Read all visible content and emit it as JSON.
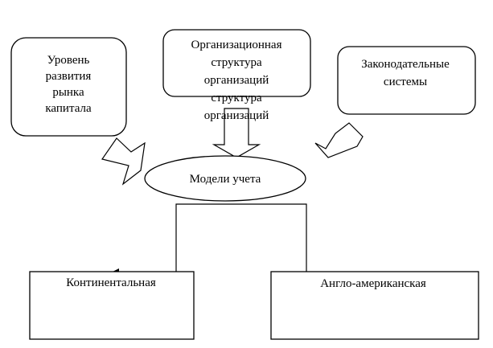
{
  "boxes": {
    "capital_market": [
      "Уровень",
      "развития",
      "рынка",
      "капитала"
    ],
    "org_structure": [
      "Организационная",
      "структура",
      "организаций",
      "структура",
      "организаций"
    ],
    "legislative": [
      "Законодательные",
      "системы"
    ]
  },
  "center": {
    "label": "Модели учета"
  },
  "outputs": {
    "continental": "Континентальная",
    "anglo_american": "Англо-американская"
  }
}
